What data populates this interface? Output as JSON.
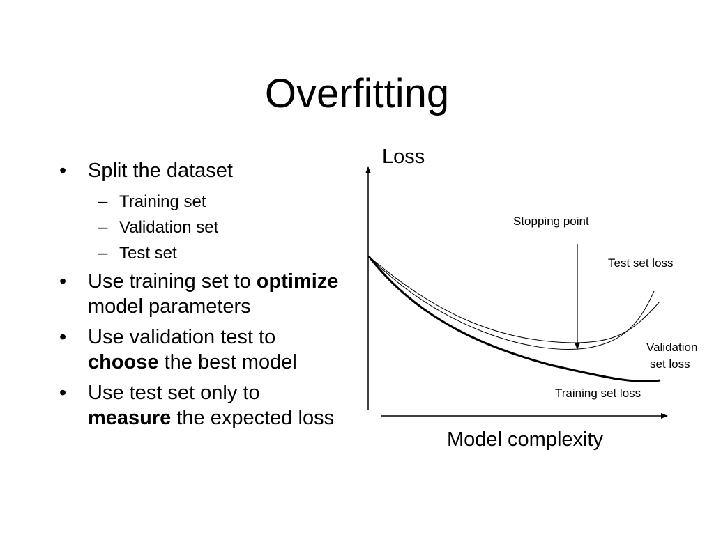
{
  "slide": {
    "title": "Overfitting"
  },
  "bullets": {
    "marker": "•",
    "sub_marker": "–",
    "b1": {
      "text": "Split the dataset"
    },
    "subs": [
      {
        "text": "Training set"
      },
      {
        "text": "Validation set"
      },
      {
        "text": "Test set"
      }
    ],
    "b2": {
      "pre": "Use training set to ",
      "bold": "optimize",
      "post": " model parameters"
    },
    "b3": {
      "pre": "Use validation test to ",
      "bold": "choose",
      "post": " the best model"
    },
    "b4": {
      "pre": "Use test set only to ",
      "bold": "measure",
      "post": " the expected loss"
    }
  },
  "diagram": {
    "y_axis_label": "Loss",
    "x_axis_label": "Model complexity",
    "stopping_point_label": "Stopping point",
    "test_curve_label": "Test set loss",
    "validation_curve_label_line1": "Validation",
    "validation_curve_label_line2": "set loss",
    "training_curve_label": "Training set loss"
  }
}
